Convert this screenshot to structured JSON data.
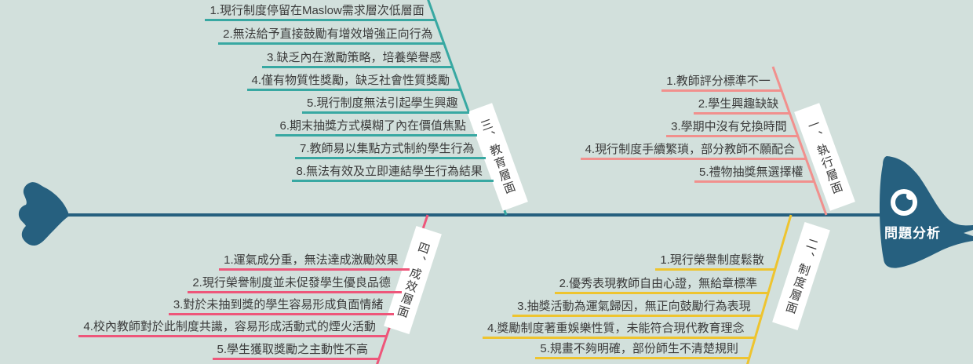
{
  "diagram_type": "fishbone",
  "head": {
    "label": "問題分析",
    "icon": "eye-icon"
  },
  "colors": {
    "background": "#d2e0dc",
    "spine": "#26607f",
    "branch_teal": "#38a8a2",
    "branch_salmon": "#f1908d",
    "branch_pink": "#ee567a",
    "branch_yellow": "#eec42f",
    "text": "#3b3b3b"
  },
  "branches": [
    {
      "id": "education",
      "label": "三、教育層面",
      "position": "top-left",
      "color_key": "branch_teal",
      "items": [
        "1.現行制度停留在Maslow需求層次低層面",
        "2.無法給予直接鼓勵有增效增強正向行為",
        "3.缺乏內在激勵策略，培養榮譽感",
        "4.僅有物質性獎勵，缺乏社會性質獎勵",
        "5.現行制度無法引起學生興趣",
        "6.期末抽獎方式模糊了內在價值焦點",
        "7.教師易以集點方式制約學生行為",
        "8.無法有效及立即連結學生行為結果"
      ]
    },
    {
      "id": "execution",
      "label": "一、執行層面",
      "position": "top-right",
      "color_key": "branch_salmon",
      "items": [
        "1.教師評分標準不一",
        "2.學生興趣缺缺",
        "3.學期中沒有兌換時間",
        "4.現行制度手續繁瑣，部分教師不願配合",
        "5.禮物抽獎無選擇權"
      ]
    },
    {
      "id": "effectiveness",
      "label": "四、成效層面",
      "position": "bottom-left",
      "color_key": "branch_pink",
      "items": [
        "1.運氣成分重，無法達成激勵效果",
        "2.現行榮譽制度並未促發學生優良品德",
        "3.對於未抽到獎的學生容易形成負面情緒",
        "4.校內教師對於此制度共識，容易形成活動式的煙火活動",
        "5.學生獲取獎勵之主動性不高"
      ]
    },
    {
      "id": "system",
      "label": "二、制度層面",
      "position": "bottom-right",
      "color_key": "branch_yellow",
      "items": [
        "1.現行榮譽制度鬆散",
        "2.優秀表現教師自由心證，無給章標準",
        "3.抽獎活動為運氣歸因，無正向鼓勵行為表現",
        "4.獎勵制度著重娛樂性質，未能符合現代教育理念",
        "5.規畫不夠明確，部份師生不清楚規則"
      ]
    }
  ]
}
